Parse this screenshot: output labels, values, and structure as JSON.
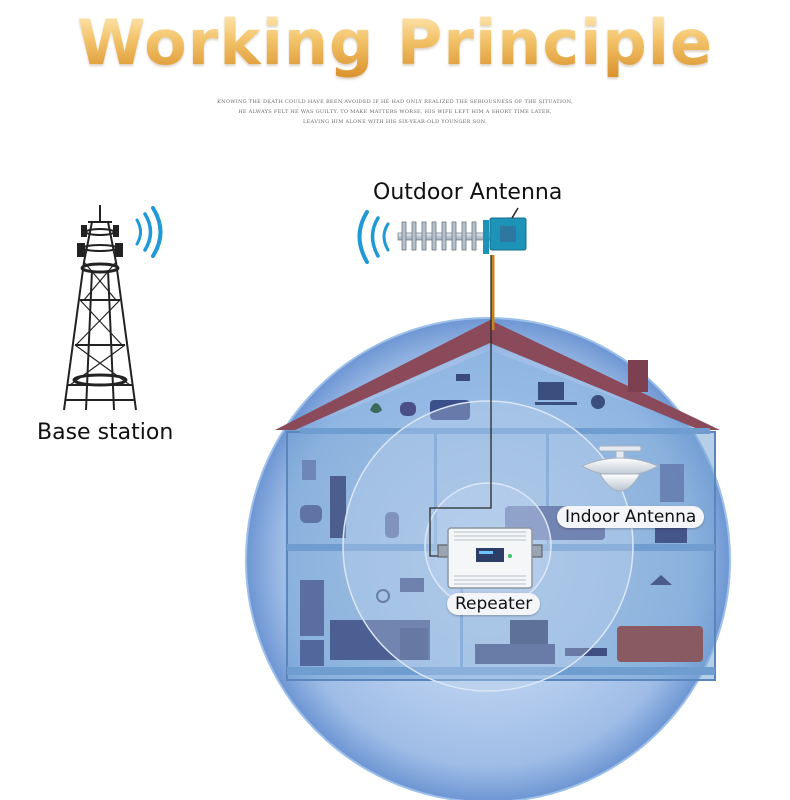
{
  "title": "Working Principle",
  "subtitle": [
    "KNOWING THE DEATH COULD HAVE BEEN AVOIDED IF HE HAD ONLY REALIZED THE SERIOUSNESS OF THE SITUATION,",
    "HE ALWAYS FELT HE WAS GUILTY. TO MAKE MATTERS WORSE, HIS WIFE LEFT HIM A SHORT TIME LATER,",
    "LEAVING HIM ALONE WITH HIS SIX-YEAR-OLD YOUNGER SON."
  ],
  "labels": {
    "outdoor_antenna": "Outdoor Antenna",
    "base_station": "Base station",
    "indoor_antenna": "Indoor Antenna",
    "repeater": "Repeater"
  },
  "colors": {
    "title": "#e9a93f",
    "coverage": "#5f8fd6",
    "roof": "#8a4a5a",
    "cable": "#c8841c",
    "antenna_box": "#1d93b8",
    "house_wall": "#7aa7d6"
  },
  "icons": [
    "cell-tower-icon",
    "signal-waves-icon",
    "yagi-antenna-icon",
    "ceiling-antenna-icon",
    "repeater-icon",
    "house-illustration"
  ]
}
